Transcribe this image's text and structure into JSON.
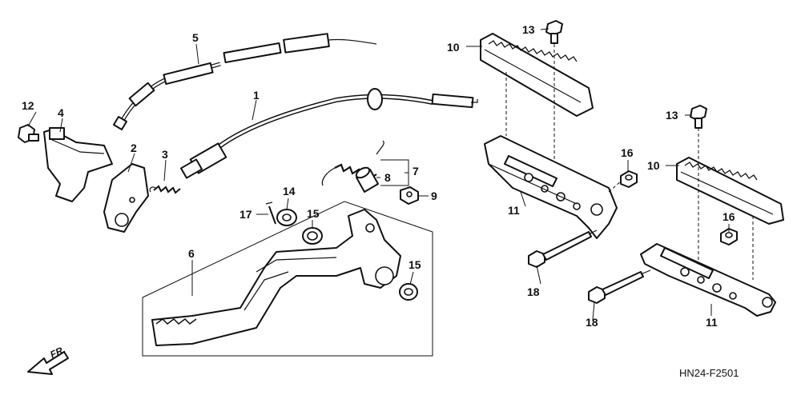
{
  "diagram": {
    "callouts": {
      "c1": "1",
      "c2": "2",
      "c3": "3",
      "c4": "4",
      "c5": "5",
      "c6": "6",
      "c7": "7",
      "c8": "8",
      "c9": "9",
      "c10a": "10",
      "c10b": "10",
      "c11a": "11",
      "c11b": "11",
      "c12": "12",
      "c13a": "13",
      "c13b": "13",
      "c14": "14",
      "c15a": "15",
      "c15b": "15",
      "c16a": "16",
      "c16b": "16",
      "c17": "17",
      "c18a": "18",
      "c18b": "18"
    },
    "direction_label": "FR.",
    "diagram_code": "HN24-F2501"
  }
}
